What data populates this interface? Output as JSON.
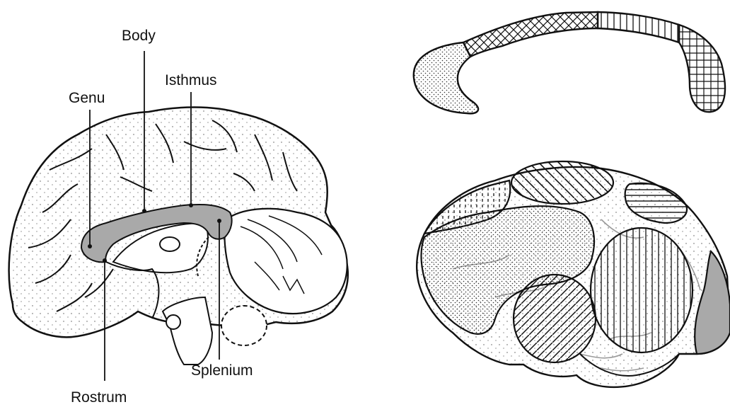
{
  "labels": {
    "body": "Body",
    "isthmus": "Isthmus",
    "genu": "Genu",
    "splenium": "Splenium",
    "rostrum": "Rostrum"
  },
  "colors": {
    "stroke": "#111111",
    "callosum_fill": "#a9a9a9",
    "stipple": "#555555",
    "vessel": "#9a9a9a"
  }
}
